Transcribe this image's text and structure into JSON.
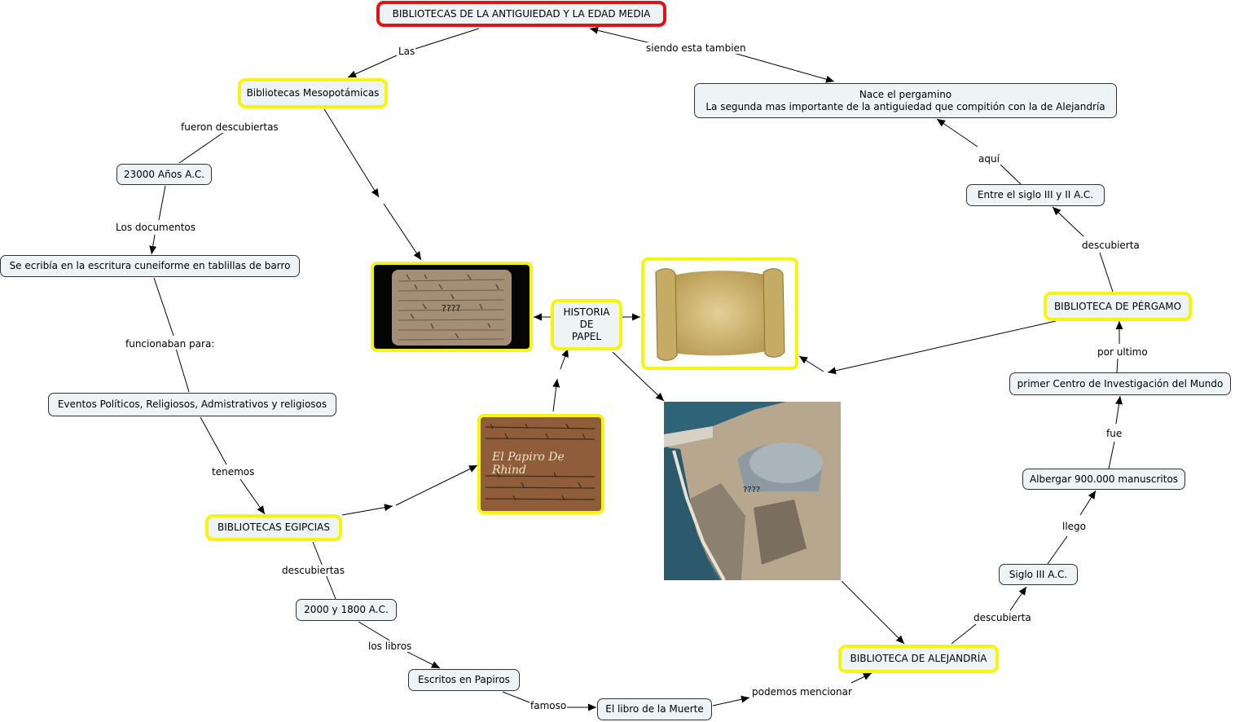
{
  "nodes": {
    "root": "BIBLIOTECAS DE LA ANTIGUIEDAD Y LA EDAD MEDIA",
    "meso": "Bibliotecas Mesopotámicas",
    "years23000": "23000 Años A.C.",
    "cuneiforme": "Se ecribía en la escritura cuneiforme en tablillas de barro",
    "eventos": "Eventos Políticos, Religiosos, Admistrativos y religiosos",
    "egipcias": "BIBLIOTECAS EGIPCIAS",
    "years2000": "2000 y 1800 A.C.",
    "papiros": "Escritos en Papiros",
    "muerte": "El libro de la Muerte",
    "historia": "HISTORIA\nDE\nPAPEL",
    "alejandria": "BIBLIOTECA DE ALEJANDRÍA",
    "siglo3": "Siglo III A.C.",
    "albergar": "Albergar 900.000 manuscritos",
    "centro": "primer Centro de Investigación del Mundo",
    "pergamo": "BIBLIOTECA DE PÉRGAMO",
    "entre": "Entre el siglo III y II A.C.",
    "pergamino": "Nace el pergamino\nLa segunda mas importante de la antiguiedad que compitión con la de Alejandría"
  },
  "labels": {
    "las": "Las",
    "siendo": "siendo esta tambien",
    "fueron": "fueron descubiertas",
    "documentos": "Los documentos",
    "funcionaban": "funcionaban para:",
    "tenemos": "tenemos",
    "descubiertas": "descubiertas",
    "libros": "los libros",
    "famoso": "famoso",
    "podemos": "podemos mencionar",
    "descubierta1": "descubierta",
    "llego": "llego",
    "fue": "fue",
    "ultimo": "por ultimo",
    "descubierta2": "descubierta",
    "aqui": "aquí"
  },
  "images": {
    "tablet_caption": "????",
    "rhind_caption": "El Papiro De Rhind",
    "aerial_caption": "????"
  },
  "colors": {
    "highlight": "#f5f50f",
    "root_border": "#e01414",
    "node_fill": "#eef3f5",
    "line": "#000000"
  }
}
